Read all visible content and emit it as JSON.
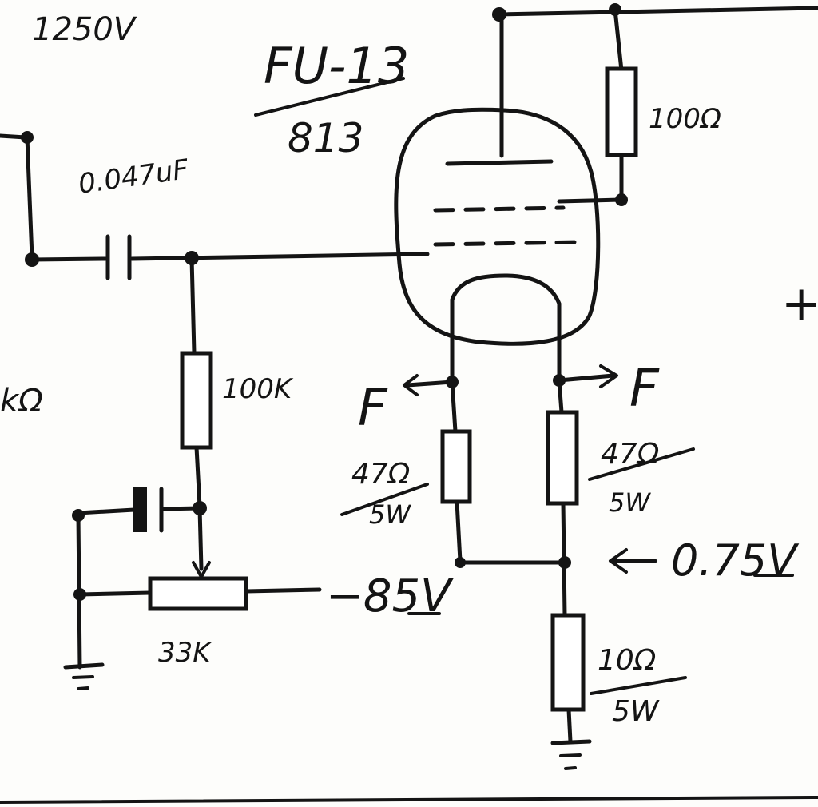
{
  "labels": {
    "supply_top_left": "1250V",
    "tube_type": "FU-13",
    "tube_alt": "813",
    "coupling_cap": "0.047uF",
    "screen_resistor": "100Ω",
    "grid_resistor": "100K",
    "filament_left": "F",
    "filament_right": "F",
    "filament_res_left_value": "47Ω",
    "filament_res_left_power": "5W",
    "filament_res_right_value": "47Ω",
    "filament_res_right_power": "5W",
    "bias_voltage": "−85V",
    "pot_value": "33K",
    "cathode_voltage": "0.75V",
    "cathode_res_value": "10Ω",
    "cathode_res_power": "5W",
    "left_edge_fragment": "kΩ",
    "plus_sign": "+"
  },
  "colors": {
    "ink": "#141414",
    "paper": "#fdfdfb"
  }
}
